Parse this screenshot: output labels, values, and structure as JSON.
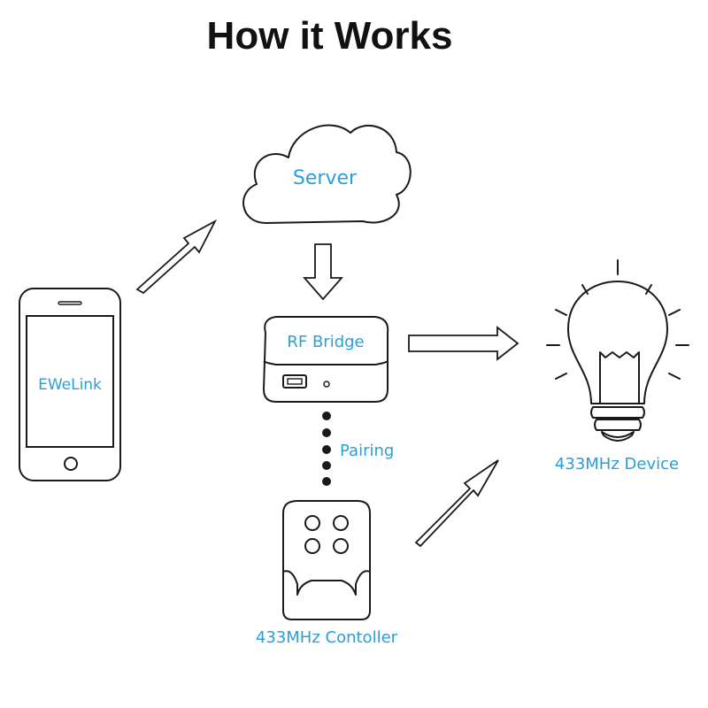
{
  "title": "How it Works",
  "nodes": {
    "server": "Server",
    "rf_bridge": "RF Bridge",
    "phone_app": "EWeLink",
    "pairing": "Pairing",
    "device": "433MHz Device",
    "controller": "433MHz Contoller"
  },
  "colors": {
    "outline": "#1a1a1a",
    "label": "#2a9fd8",
    "title": "#111111"
  },
  "icons": [
    "cloud-icon",
    "rf-bridge-icon",
    "phone-icon",
    "bulb-icon",
    "remote-controller-icon",
    "arrow-icon"
  ]
}
